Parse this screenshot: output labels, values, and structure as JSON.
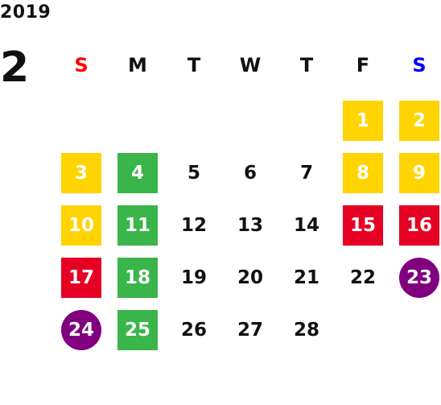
{
  "calendar": {
    "year": "2019",
    "month": "2",
    "weekdays": [
      "S",
      "M",
      "T",
      "W",
      "T",
      "F",
      "S"
    ],
    "days": [
      {
        "label": "1",
        "style": "yellow"
      },
      {
        "label": "2",
        "style": "yellow"
      },
      {
        "label": "3",
        "style": "yellow"
      },
      {
        "label": "4",
        "style": "green"
      },
      {
        "label": "5",
        "style": "plain"
      },
      {
        "label": "6",
        "style": "plain"
      },
      {
        "label": "7",
        "style": "plain"
      },
      {
        "label": "8",
        "style": "yellow"
      },
      {
        "label": "9",
        "style": "yellow"
      },
      {
        "label": "10",
        "style": "yellow"
      },
      {
        "label": "11",
        "style": "green"
      },
      {
        "label": "12",
        "style": "plain"
      },
      {
        "label": "13",
        "style": "plain"
      },
      {
        "label": "14",
        "style": "plain"
      },
      {
        "label": "15",
        "style": "red"
      },
      {
        "label": "16",
        "style": "red"
      },
      {
        "label": "17",
        "style": "red"
      },
      {
        "label": "18",
        "style": "green"
      },
      {
        "label": "19",
        "style": "plain"
      },
      {
        "label": "20",
        "style": "plain"
      },
      {
        "label": "21",
        "style": "plain"
      },
      {
        "label": "22",
        "style": "plain"
      },
      {
        "label": "23",
        "style": "purple"
      },
      {
        "label": "24",
        "style": "purple"
      },
      {
        "label": "25",
        "style": "green"
      },
      {
        "label": "26",
        "style": "plain"
      },
      {
        "label": "27",
        "style": "plain"
      },
      {
        "label": "28",
        "style": "plain"
      }
    ]
  },
  "colors": {
    "sunday": "#ff0000",
    "saturday": "#0000ff",
    "weekday": "#111111",
    "yellow": "#ffd400",
    "green": "#39b54a",
    "red": "#e60023",
    "purple": "#800080"
  }
}
